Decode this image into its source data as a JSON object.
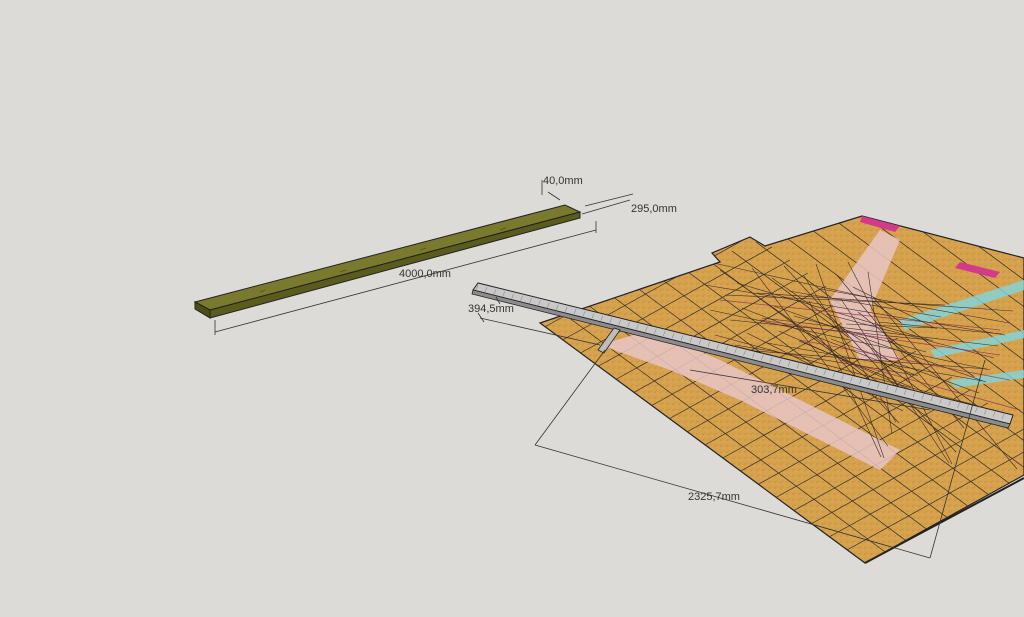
{
  "viewport": {
    "background": "#dcdbd8",
    "board_color": "#6b6a25",
    "sheet_color": "#d6a24e",
    "rail_color": "#b8b8b8"
  },
  "dimensions": {
    "board_length": "4000,0mm",
    "board_width": "295,0mm",
    "board_thickness": "40,0mm",
    "rail_offset": "394,5mm",
    "inner_distance": "303,7mm",
    "sheet_length": "2325,7mm"
  }
}
